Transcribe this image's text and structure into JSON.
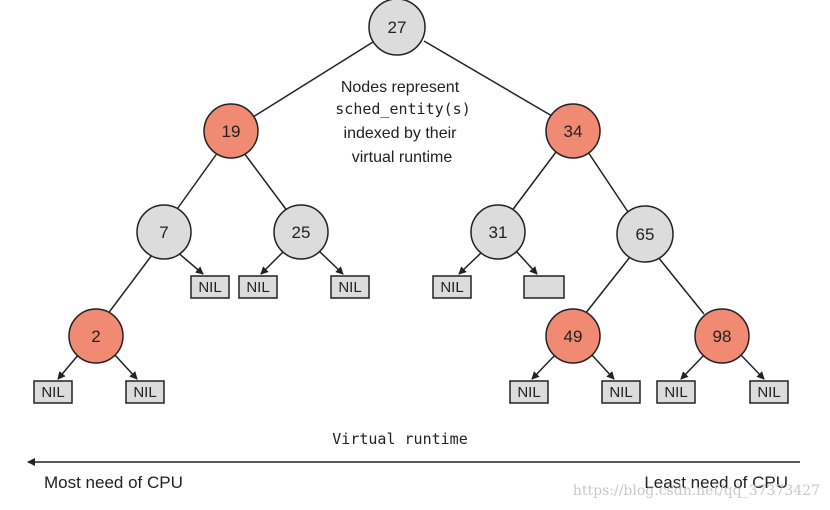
{
  "tree": {
    "nodes": [
      {
        "id": "n27",
        "label": "27",
        "color": "gray"
      },
      {
        "id": "n19",
        "label": "19",
        "color": "red"
      },
      {
        "id": "n34",
        "label": "34",
        "color": "red"
      },
      {
        "id": "n7",
        "label": "7",
        "color": "gray"
      },
      {
        "id": "n25",
        "label": "25",
        "color": "gray"
      },
      {
        "id": "n31",
        "label": "31",
        "color": "gray"
      },
      {
        "id": "n65",
        "label": "65",
        "color": "gray"
      },
      {
        "id": "n2",
        "label": "2",
        "color": "red"
      },
      {
        "id": "n49",
        "label": "49",
        "color": "red"
      },
      {
        "id": "n98",
        "label": "98",
        "color": "red"
      }
    ],
    "leaves": [
      {
        "id": "l7r",
        "label": "NIL"
      },
      {
        "id": "l25l",
        "label": "NIL"
      },
      {
        "id": "l25r",
        "label": "NIL"
      },
      {
        "id": "l31l",
        "label": "NIL"
      },
      {
        "id": "l31r",
        "label": ""
      },
      {
        "id": "l2l",
        "label": "NIL"
      },
      {
        "id": "l2r",
        "label": "NIL"
      },
      {
        "id": "l49l",
        "label": "NIL"
      },
      {
        "id": "l49r",
        "label": "NIL"
      },
      {
        "id": "l98l",
        "label": "NIL"
      },
      {
        "id": "l98r",
        "label": "NIL"
      }
    ]
  },
  "note": {
    "line1": "Nodes represent",
    "line2": "sched_entity(s)",
    "line3": "indexed by their",
    "line4": "virtual runtime"
  },
  "axis": {
    "title": "Virtual runtime",
    "left_label": "Most need of CPU",
    "right_label": "Least need of CPU"
  },
  "watermark": "https://blog.csdn.net/qq_37373427",
  "colors": {
    "red_node": "#f08a72",
    "gray_node": "#dcdcdc",
    "nil_box": "#dcdcdc",
    "stroke": "#222222"
  }
}
